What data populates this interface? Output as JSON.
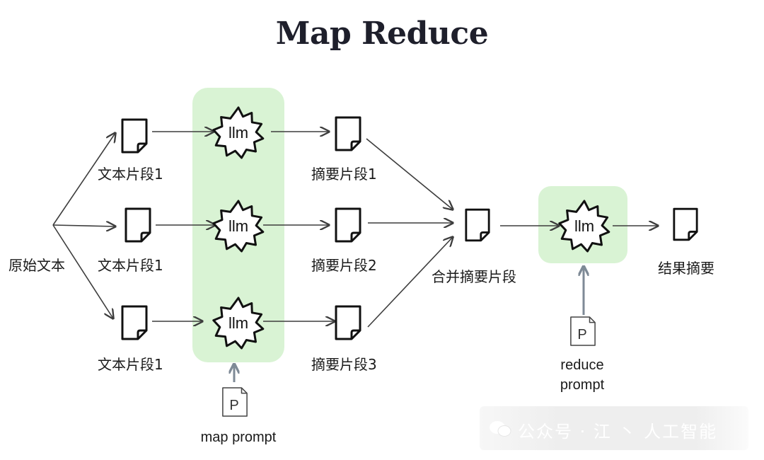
{
  "title": "Map Reduce",
  "nodes": {
    "source_label": "原始文本",
    "chunk_labels": [
      "文本片段1",
      "文本片段1",
      "文本片段1"
    ],
    "summary_labels": [
      "摘要片段1",
      "摘要片段2",
      "摘要片段3"
    ],
    "merged_label": "合并摘要片段",
    "result_label": "结果摘要",
    "llm_label": "llm",
    "prompt_letter": "P",
    "map_prompt_label": "map prompt",
    "reduce_prompt_line1": "reduce",
    "reduce_prompt_line2": "prompt"
  },
  "colors": {
    "llm_highlight": "#d9f3d4",
    "arrow": "#3d3d3d",
    "prompt_arrow": "#7e8a96"
  },
  "watermark": "公众号 · 江 丶 人工智能"
}
